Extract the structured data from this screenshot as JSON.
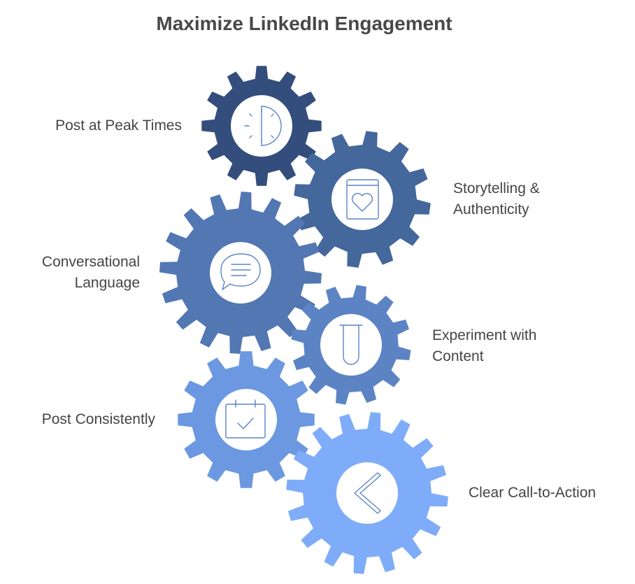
{
  "title": "Maximize LinkedIn Engagement",
  "colors": {
    "gear_1": "#334e7c",
    "gear_2": "#44679c",
    "gear_3": "#5277b3",
    "gear_4": "#5c84c4",
    "gear_5": "#6b98e0",
    "gear_6": "#7eacf8",
    "icon_stroke": "#5a84c8",
    "text": "#444444"
  },
  "items": [
    {
      "id": "peak-times",
      "label": "Post at Peak Times",
      "icon": "clock-icon"
    },
    {
      "id": "storytelling",
      "label": "Storytelling &\nAuthenticity",
      "icon": "book-heart-icon"
    },
    {
      "id": "conversational",
      "label": "Conversational\nLanguage",
      "icon": "speech-bubble-icon"
    },
    {
      "id": "experiment",
      "label": "Experiment with\nContent",
      "icon": "test-tube-icon"
    },
    {
      "id": "consistently",
      "label": "Post Consistently",
      "icon": "calendar-check-icon"
    },
    {
      "id": "call-to-action",
      "label": "Clear Call-to-Action",
      "icon": "chevron-left-icon"
    }
  ]
}
